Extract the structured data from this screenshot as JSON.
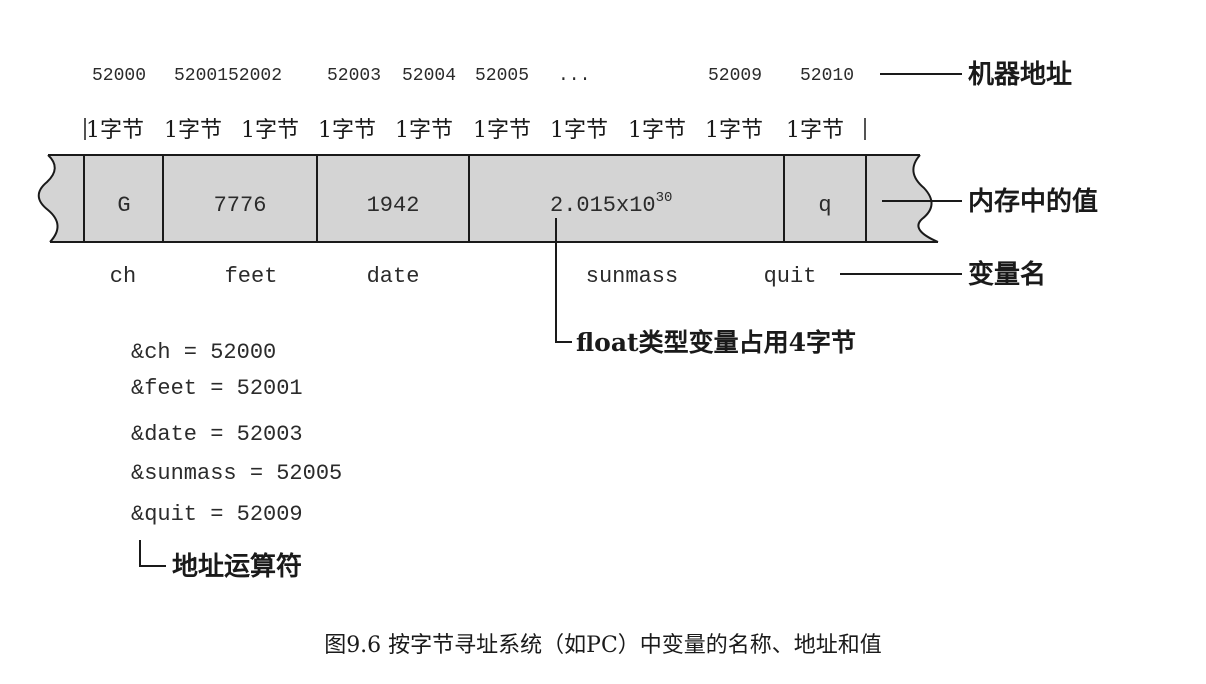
{
  "addresses": {
    "a52000": "52000",
    "a52001_52002": "5200152002",
    "a52003": "52003",
    "a52004": "52004",
    "a52005": "52005",
    "ellipsis": "...",
    "a52009": "52009",
    "a52010": "52010"
  },
  "machine_address_label": "机器地址",
  "byte_labels": [
    "1字节",
    "1字节",
    "1字节",
    "1字节",
    "1字节",
    "1字节",
    "1字节",
    "1字节",
    "1字节",
    "1字节"
  ],
  "cells": {
    "ch": "G",
    "feet": "7776",
    "date": "1942",
    "sunmass_base": "2.015x10",
    "sunmass_exp": "30",
    "quit": "q"
  },
  "memory_value_label": "内存中的值",
  "var_names": {
    "ch": "ch",
    "feet": "feet",
    "date": "date",
    "sunmass": "sunmass",
    "quit": "quit"
  },
  "var_name_label": "变量名",
  "float_note": "float类型变量占用4字节",
  "address_exprs": [
    "&ch = 52000",
    "&feet = 52001",
    "&date = 52003",
    "&sunmass = 52005",
    "&quit = 52009"
  ],
  "address_operator_label": "地址运算符",
  "caption": "图9.6 按字节寻址系统（如PC）中变量的名称、地址和值"
}
